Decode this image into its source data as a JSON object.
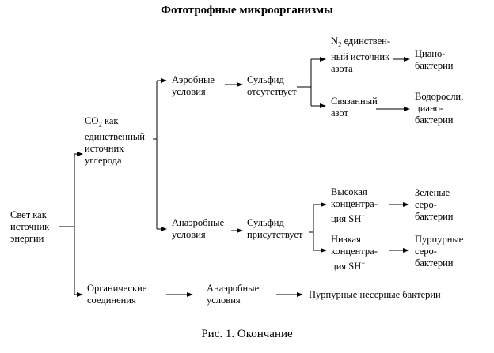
{
  "title": "Фототрофные микроорганизмы",
  "caption": "Рис. 1. Окончание",
  "nodes": {
    "light": "Свет как\nисточник\nэнергии",
    "co2_prefix": "CO",
    "co2_sub": "2",
    "co2_rest": " как\nединственный\nисточник\nуглерода",
    "organic": "Органические\nсоединения",
    "aerobic": "Аэробные\nусловия",
    "anaerobic": "Анаэробные\nусловия",
    "anaerobic_bottom": "Анаэробные\nусловия",
    "sulfide_absent": "Сульфид\nотсутствует",
    "sulfide_present": "Сульфид\nприсутствует",
    "n2_prefix": "N",
    "n2_sub": "2",
    "n2_rest": " единствен-\nный источник\nазота",
    "bound_n": "Связанный\nазот",
    "high_sh": "Высокая\nконцентра-\nция SH",
    "high_sh_sup": "−",
    "low_sh": "Низкая\nконцентра-\nция SH",
    "low_sh_sup": "−",
    "cyano": "Циано-\nбактерии",
    "algae": "Водоросли,\nциано-\nбактерии",
    "green": "Зеленые\nсеро-\nбактерии",
    "purple_s": "Пурпурные\nсеро-\nбактерии",
    "purple_nons": "Пурпурные несерные бактерии"
  }
}
